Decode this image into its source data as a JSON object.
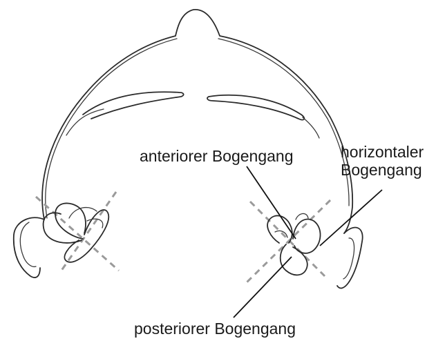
{
  "labels": {
    "anterior": "anteriorer Bogengang",
    "horizontal_line1": "horizontaler",
    "horizontal_line2": "Bogengang",
    "posterior": "posteriorer Bogengang"
  },
  "colors": {
    "outline": "#2a2a2a",
    "dashed_axes": "#9a9a9a",
    "text": "#1a1a1a",
    "background": "#ffffff"
  }
}
